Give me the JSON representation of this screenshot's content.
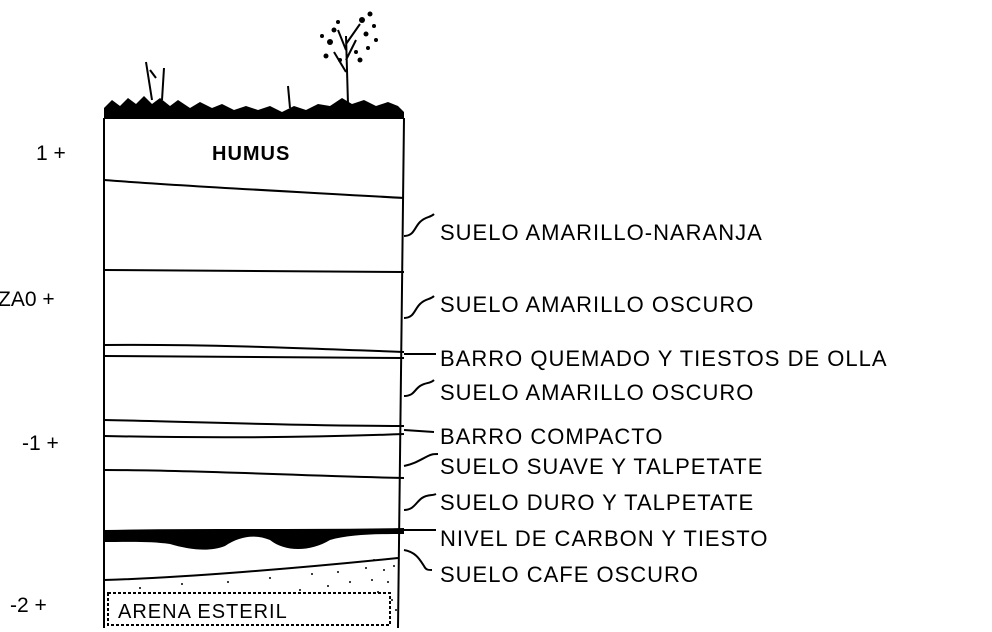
{
  "depth_scale": {
    "ticks": [
      {
        "label": "1 +"
      },
      {
        "label": "ZA0 +"
      },
      {
        "label": "-1 +"
      },
      {
        "label": "-2 +"
      }
    ]
  },
  "profile": {
    "top_label": "HUMUS",
    "bottom_label": "ARENA ESTERIL"
  },
  "layers": [
    {
      "label": "SUELO AMARILLO-NARANJA"
    },
    {
      "label": "SUELO AMARILLO OSCURO"
    },
    {
      "label": "BARRO QUEMADO Y TIESTOS DE OLLA"
    },
    {
      "label": "SUELO AMARILLO OSCURO"
    },
    {
      "label": "BARRO COMPACTO"
    },
    {
      "label": "SUELO SUAVE Y TALPETATE"
    },
    {
      "label": "SUELO DURO Y TALPETATE"
    },
    {
      "label": "NIVEL DE CARBON Y TIESTO"
    },
    {
      "label": "SUELO CAFE OSCURO"
    }
  ],
  "colors": {
    "ink": "#000000",
    "paper": "#ffffff"
  }
}
